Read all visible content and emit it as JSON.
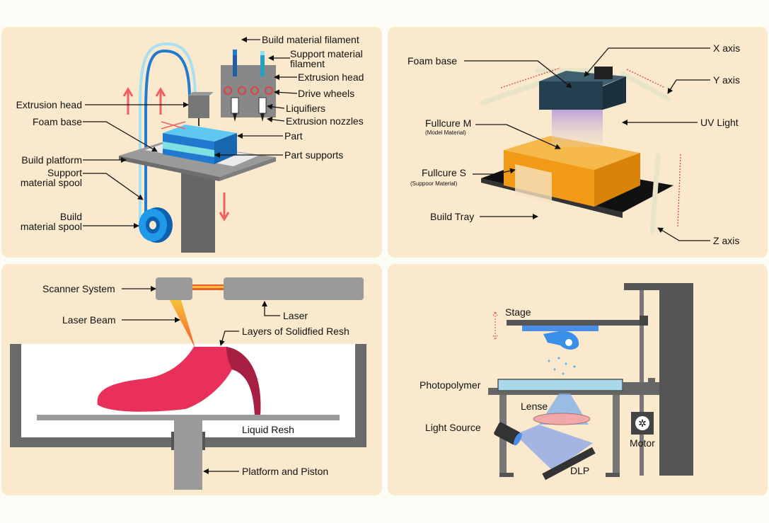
{
  "panels": {
    "fdm": {
      "labels": {
        "build_filament": "Build material filament",
        "support_filament_1": "Support material",
        "support_filament_2": "filament",
        "extrusion_head_right": "Extrusion head",
        "drive_wheels": "Drive wheels",
        "liquifiers": "Liquifiers",
        "extrusion_nozzles": "Extrusion nozzles",
        "part": "Part",
        "part_supports": "Part supports",
        "extrusion_head_left": "Extrusion head",
        "foam_base": "Foam base",
        "build_platform": "Build platform",
        "support_spool_1": "Support",
        "support_spool_2": "material spool",
        "build_spool_1": "Build",
        "build_spool_2": "material spool"
      }
    },
    "polyjet": {
      "labels": {
        "foam_base": "Foam base",
        "x_axis": "X axis",
        "y_axis": "Y axis",
        "uv_light": "UV Light",
        "fullcure_m": "Fullcure M",
        "fullcure_m_sub": "(Model Material)",
        "fullcure_s": "Fullcure S",
        "fullcure_s_sub": "(Suppoor Material)",
        "build_tray": "Build Tray",
        "z_axis": "Z axis"
      }
    },
    "sla": {
      "labels": {
        "scanner_system": "Scanner System",
        "laser": "Laser",
        "laser_beam": "Laser Beam",
        "layers": "Layers of Solidfied Resh",
        "liquid_resh": "Liquid Resh",
        "platform_piston": "Platform and Piston"
      }
    },
    "dlp": {
      "labels": {
        "stage": "Stage",
        "photopolymer": "Photopolymer",
        "lense": "Lense",
        "light_source": "Light Source",
        "motor": "Motor",
        "dlp": "DLP"
      }
    }
  },
  "colors": {
    "panel_bg": "#fbe9cd",
    "fdm_blue": "#1fa0e0",
    "polyjet_orange": "#f0a020",
    "sla_shoe": "#e8305a",
    "laser": "#f05a28"
  }
}
